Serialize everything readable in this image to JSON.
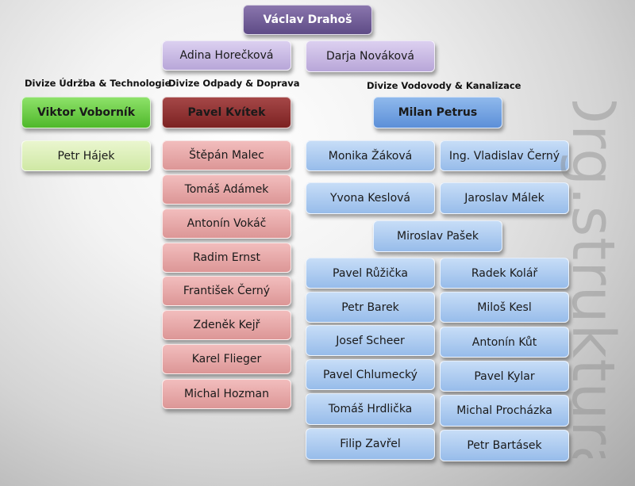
{
  "top": {
    "name": "Václav Drahoš"
  },
  "assistants": [
    "Adina Horečková",
    "Darja Nováková"
  ],
  "divisions": {
    "udrzba": {
      "label": "Divize Údržba & Technologie",
      "head": "Viktor Voborník",
      "members": [
        "Petr Hájek"
      ]
    },
    "odpady": {
      "label": "Divize Odpady & Doprava",
      "head": "Pavel Kvítek",
      "members": [
        "Štěpán Malec",
        "Tomáš Adámek",
        "Antonín Vokáč",
        "Radim Ernst",
        "František Černý",
        "Zdeněk Kejř",
        "Karel Flieger",
        "Michal Hozman"
      ]
    },
    "vodovody": {
      "label": "Divize Vodovody & Kanalizace",
      "head": "Milan Petrus",
      "deputies_left": [
        "Monika Žáková",
        "Yvona Keslová"
      ],
      "deputies_right": [
        "Ing. Vladislav Černý",
        "Jaroslav Málek"
      ],
      "foreman": "Miroslav Pašek",
      "members_left": [
        "Pavel Růžička",
        "Petr Barek",
        "Josef Scheer",
        "Pavel Chlumecký",
        "Tomáš Hrdlička",
        "Filip Zavřel"
      ],
      "members_right": [
        "Radek Kolář",
        "Miloš Kesl",
        "Antonín Kůt",
        "Pavel Kylar",
        "Michal Procházka",
        "Petr Bartásek"
      ]
    }
  },
  "watermark": "Org.struktura",
  "colors": {
    "top": "#6b5894",
    "assistants": "#c9bbe4",
    "udrzba_head": "#6fd046",
    "udrzba_member": "#dcefba",
    "odpady_head": "#8e2e2e",
    "odpady_member": "#e8a9a9",
    "vodovody_head": "#6c9ee0",
    "vodovody_member": "#a9c9f0"
  }
}
